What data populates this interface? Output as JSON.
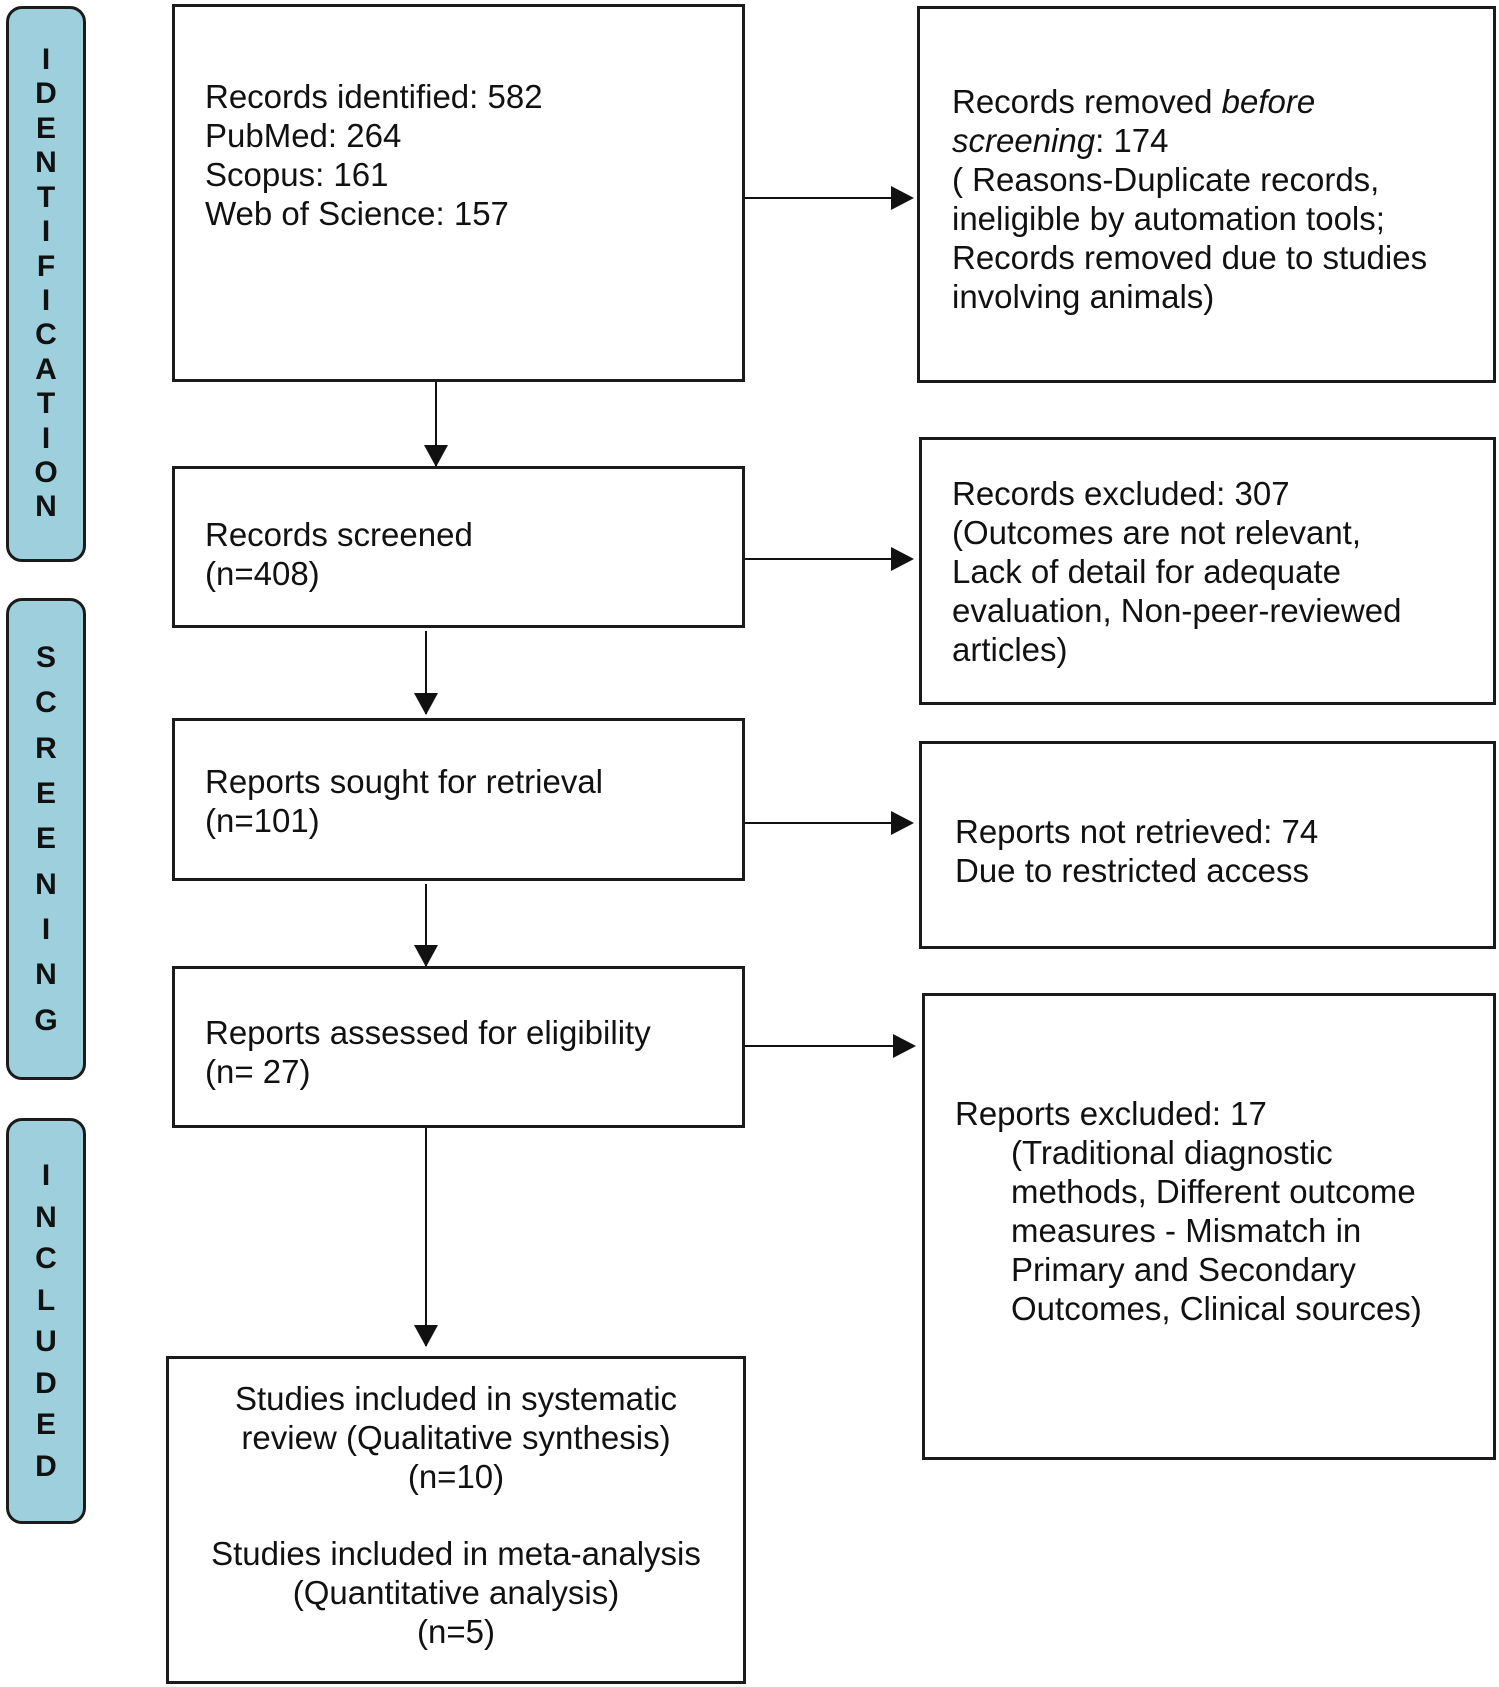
{
  "phases": {
    "identification": "IDENTIFICATION",
    "screening": "SCREENING",
    "included": "INCLUDED"
  },
  "boxes": {
    "records_identified": {
      "line1": "Records identified:  582",
      "line2": "PubMed: 264",
      "line3": "Scopus: 161",
      "line4": "Web of Science: 157"
    },
    "records_removed": {
      "line1_text": "Records removed ",
      "line1_italic": "before",
      "line2_italic": "screening",
      "line2_text": ": 174",
      "line3": "( Reasons-Duplicate records,",
      "line4": "ineligible by automation tools;",
      "line5": "Records removed due to studies",
      "line6": "involving animals)"
    },
    "records_screened": {
      "line1": "Records screened",
      "line2": "(n=408)"
    },
    "records_excluded": {
      "line1": "Records excluded: 307",
      "line2": "(Outcomes are not relevant,",
      "line3": "Lack of detail for adequate",
      "line4": "evaluation, Non-peer-reviewed",
      "line5": "articles)"
    },
    "reports_sought": {
      "line1": "Reports sought for retrieval",
      "line2": "(n=101)"
    },
    "reports_not_retrieved": {
      "line1": "Reports not retrieved: 74",
      "line2": "Due to restricted access"
    },
    "reports_assessed": {
      "line1": "Reports assessed for eligibility",
      "line2": "(n= 27)"
    },
    "reports_excluded": {
      "line1": "Reports excluded: 17",
      "line2": "(Traditional diagnostic",
      "line3": "methods, Different outcome",
      "line4": "measures - Mismatch in",
      "line5": "Primary and Secondary",
      "line6": "Outcomes, Clinical sources)"
    },
    "studies_included": {
      "line1": "Studies included in systematic",
      "line2": "review (Qualitative synthesis)",
      "line3": "(n=10)",
      "line4": "Studies included in meta-analysis",
      "line5": "(Quantitative analysis)",
      "line6": "(n=5)"
    }
  }
}
